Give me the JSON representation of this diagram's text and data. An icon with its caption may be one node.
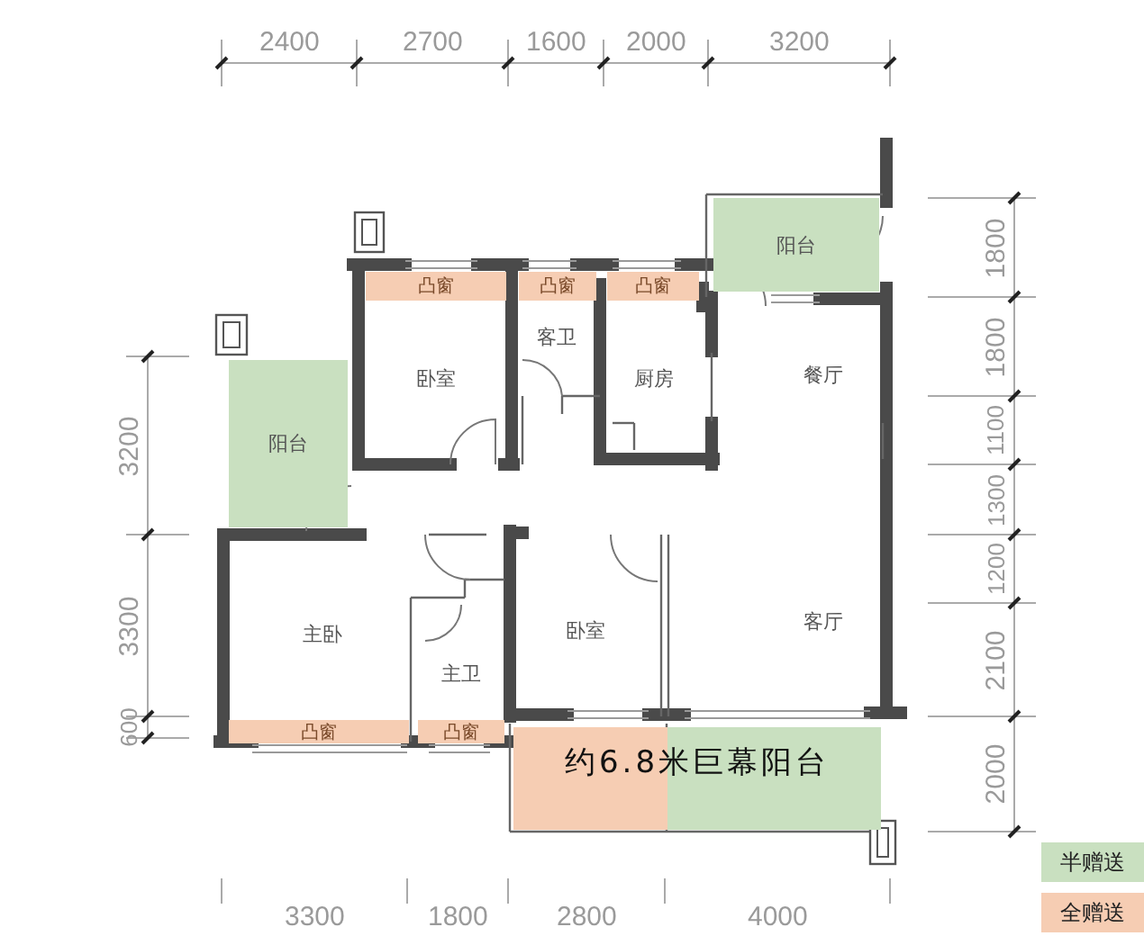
{
  "diagram": {
    "nodes": [
      {
        "text": [
          "阳台"
        ]
      },
      {
        "text": [
          "凸窗"
        ]
      },
      {
        "text": [
          "凸窗"
        ]
      },
      {
        "text": [
          "凸窗"
        ]
      },
      {
        "text": [
          "卧室"
        ]
      },
      {
        "text": [
          "客卫"
        ]
      },
      {
        "text": [
          "厨房"
        ]
      },
      {
        "text": [
          "餐厅"
        ]
      },
      {
        "text": [
          "阳台"
        ]
      },
      {
        "text": [
          "主卧"
        ]
      },
      {
        "text": [
          "主卫"
        ]
      },
      {
        "text": [
          "卧室"
        ]
      },
      {
        "text": [
          "客厅"
        ]
      },
      {
        "text": [
          "凸窗"
        ]
      },
      {
        "text": [
          "凸窗"
        ]
      },
      {
        "text": [
          "约6.8米巨幕阳台"
        ]
      }
    ],
    "edges": [],
    "labels": [
      "2400",
      "2700",
      "1600",
      "2000",
      "3200",
      "1800",
      "1800",
      "1100",
      "1300",
      "1200",
      "2100",
      "2000",
      "3200",
      "3300",
      "600",
      "3300",
      "1800",
      "2800",
      "4000"
    ],
    "legend": [
      {
        "text": "半赠送",
        "color": "#c9e0c0"
      },
      {
        "text": "全赠送",
        "color": "#f6cdb3"
      }
    ]
  }
}
